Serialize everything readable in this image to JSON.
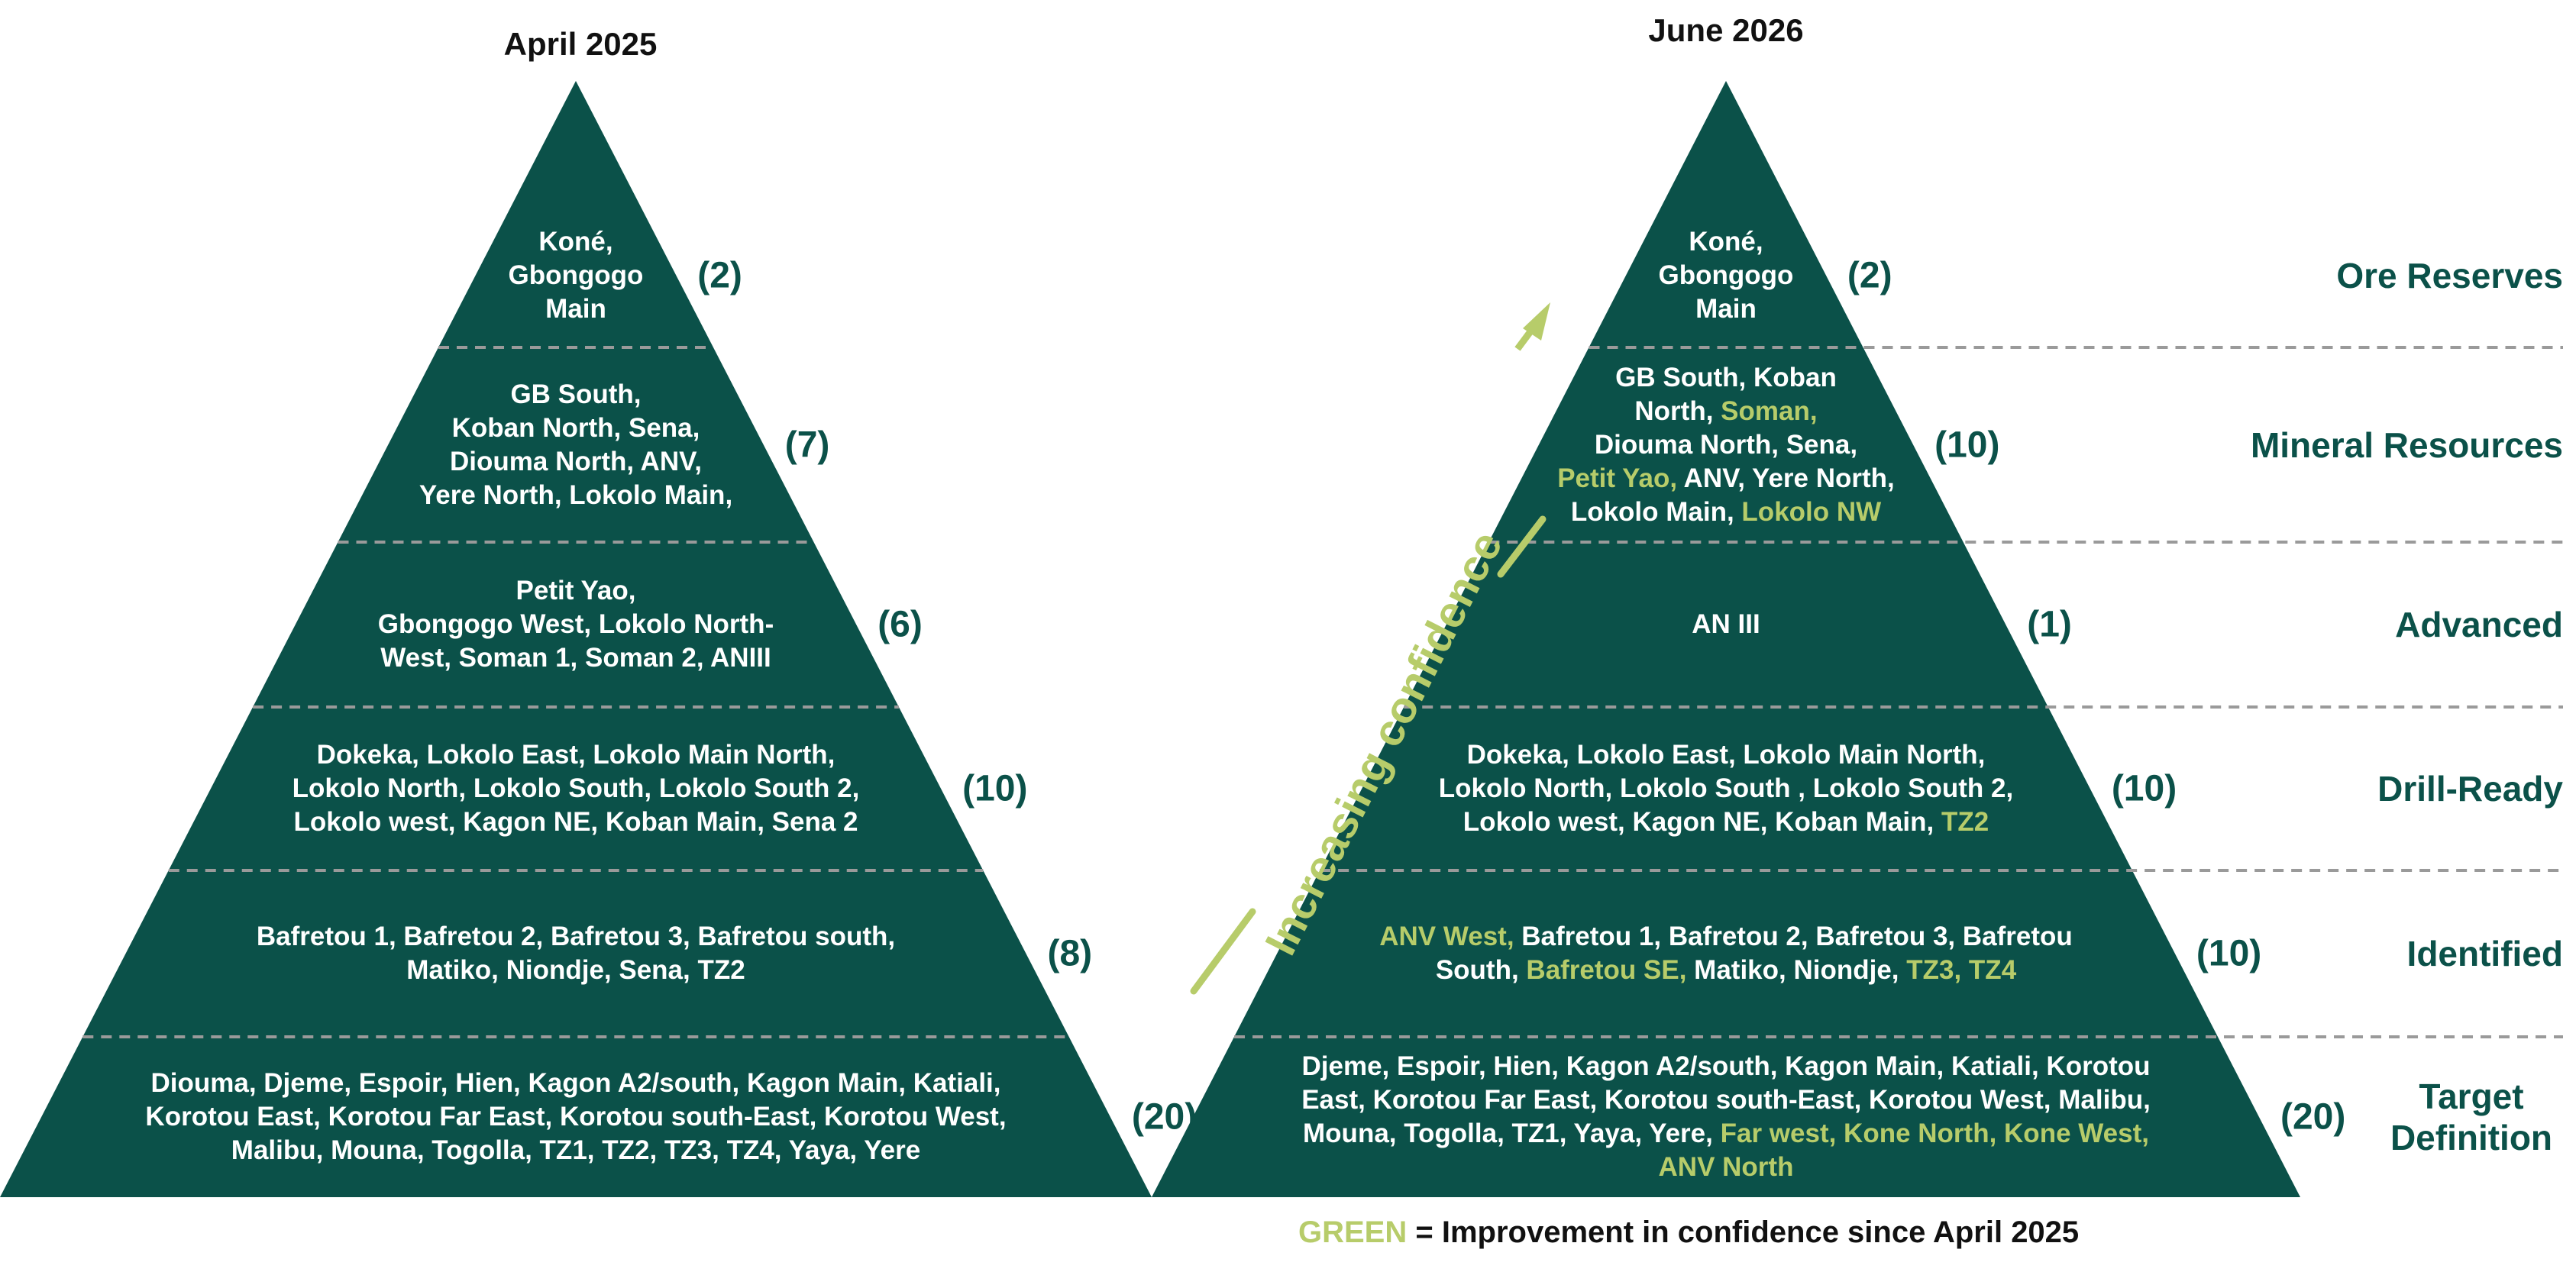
{
  "colors": {
    "pyramid": "#0b5149",
    "text": "#ffffff",
    "highlight": "#b7cc6a",
    "count": "#0b5149",
    "divider": "#9a9a9a"
  },
  "left": {
    "title": "April 2025",
    "tiers": [
      {
        "lines": [
          [
            {
              "t": "Koné,"
            }
          ],
          [
            {
              "t": "Gbongogo"
            }
          ],
          [
            {
              "t": "Main"
            }
          ]
        ],
        "count": "(2)"
      },
      {
        "lines": [
          [
            {
              "t": "GB South,"
            }
          ],
          [
            {
              "t": "Koban North, Sena,"
            }
          ],
          [
            {
              "t": "Diouma North, ANV,"
            }
          ],
          [
            {
              "t": "Yere North, Lokolo Main,"
            }
          ]
        ],
        "count": "(7)"
      },
      {
        "lines": [
          [
            {
              "t": "Petit Yao,"
            }
          ],
          [
            {
              "t": "Gbongogo West, Lokolo North-"
            }
          ],
          [
            {
              "t": "West, Soman 1, Soman 2, ANIII"
            }
          ]
        ],
        "count": "(6)"
      },
      {
        "lines": [
          [
            {
              "t": "Dokeka, Lokolo East, Lokolo Main North,"
            }
          ],
          [
            {
              "t": "Lokolo North, Lokolo South, Lokolo South 2,"
            }
          ],
          [
            {
              "t": "Lokolo west, Kagon NE, Koban Main, Sena 2"
            }
          ]
        ],
        "count": "(10)"
      },
      {
        "lines": [
          [
            {
              "t": "Bafretou 1, Bafretou 2, Bafretou 3, Bafretou south,"
            }
          ],
          [
            {
              "t": "Matiko, Niondje, Sena, TZ2"
            }
          ]
        ],
        "count": "(8)"
      },
      {
        "lines": [
          [
            {
              "t": "Diouma, Djeme, Espoir, Hien, Kagon A2/south, Kagon Main, Katiali,"
            }
          ],
          [
            {
              "t": "Korotou East, Korotou Far East, Korotou  south-East, Korotou West,"
            }
          ],
          [
            {
              "t": "Malibu, Mouna, Togolla, TZ1, TZ2, TZ3, TZ4, Yaya, Yere"
            }
          ]
        ],
        "count": "(20)"
      }
    ]
  },
  "right": {
    "title": "June 2026",
    "tiers": [
      {
        "lines": [
          [
            {
              "t": "Koné,"
            }
          ],
          [
            {
              "t": "Gbongogo"
            }
          ],
          [
            {
              "t": "Main"
            }
          ]
        ],
        "count": "(2)",
        "category": "Ore Reserves"
      },
      {
        "lines": [
          [
            {
              "t": "GB South, Koban"
            }
          ],
          [
            {
              "t": "North, "
            },
            {
              "t": "Soman,",
              "g": true
            }
          ],
          [
            {
              "t": "Diouma North, Sena,"
            }
          ],
          [
            {
              "t": "Petit Yao,",
              "g": true
            },
            {
              "t": " ANV, Yere North,"
            }
          ],
          [
            {
              "t": "Lokolo Main, "
            },
            {
              "t": "Lokolo NW",
              "g": true
            }
          ]
        ],
        "count": "(10)",
        "category": "Mineral Resources"
      },
      {
        "lines": [
          [
            {
              "t": "AN III"
            }
          ]
        ],
        "count": "(1)",
        "category": "Advanced"
      },
      {
        "lines": [
          [
            {
              "t": "Dokeka, Lokolo East, Lokolo Main North,"
            }
          ],
          [
            {
              "t": "Lokolo North, Lokolo South , Lokolo South 2,"
            }
          ],
          [
            {
              "t": "Lokolo west, Kagon NE, Koban Main, "
            },
            {
              "t": "TZ2",
              "g": true
            }
          ]
        ],
        "count": "(10)",
        "category": "Drill-Ready"
      },
      {
        "lines": [
          [
            {
              "t": "ANV West,",
              "g": true
            },
            {
              "t": " Bafretou 1, Bafretou 2, Bafretou 3, Bafretou"
            }
          ],
          [
            {
              "t": "South, "
            },
            {
              "t": "Bafretou SE,",
              "g": true
            },
            {
              "t": " Matiko, Niondje, "
            },
            {
              "t": "TZ3, TZ4",
              "g": true
            }
          ]
        ],
        "count": "(10)",
        "category": "Identified"
      },
      {
        "lines": [
          [
            {
              "t": "Djeme, Espoir, Hien, Kagon A2/south, Kagon Main, Katiali, Korotou"
            }
          ],
          [
            {
              "t": "East, Korotou Far East, Korotou  south-East, Korotou West, Malibu,"
            }
          ],
          [
            {
              "t": "Mouna, Togolla, TZ1, Yaya, Yere, "
            },
            {
              "t": "Far west, Kone North, Kone West,",
              "g": true
            }
          ],
          [
            {
              "t": "ANV North",
              "g": true
            }
          ]
        ],
        "count": "(20)",
        "category": "Target Definition"
      }
    ]
  },
  "arrow_label": "Increasing confidence",
  "legend": {
    "green_word": "GREEN",
    "rest": " = Improvement in confidence since April 2025"
  }
}
